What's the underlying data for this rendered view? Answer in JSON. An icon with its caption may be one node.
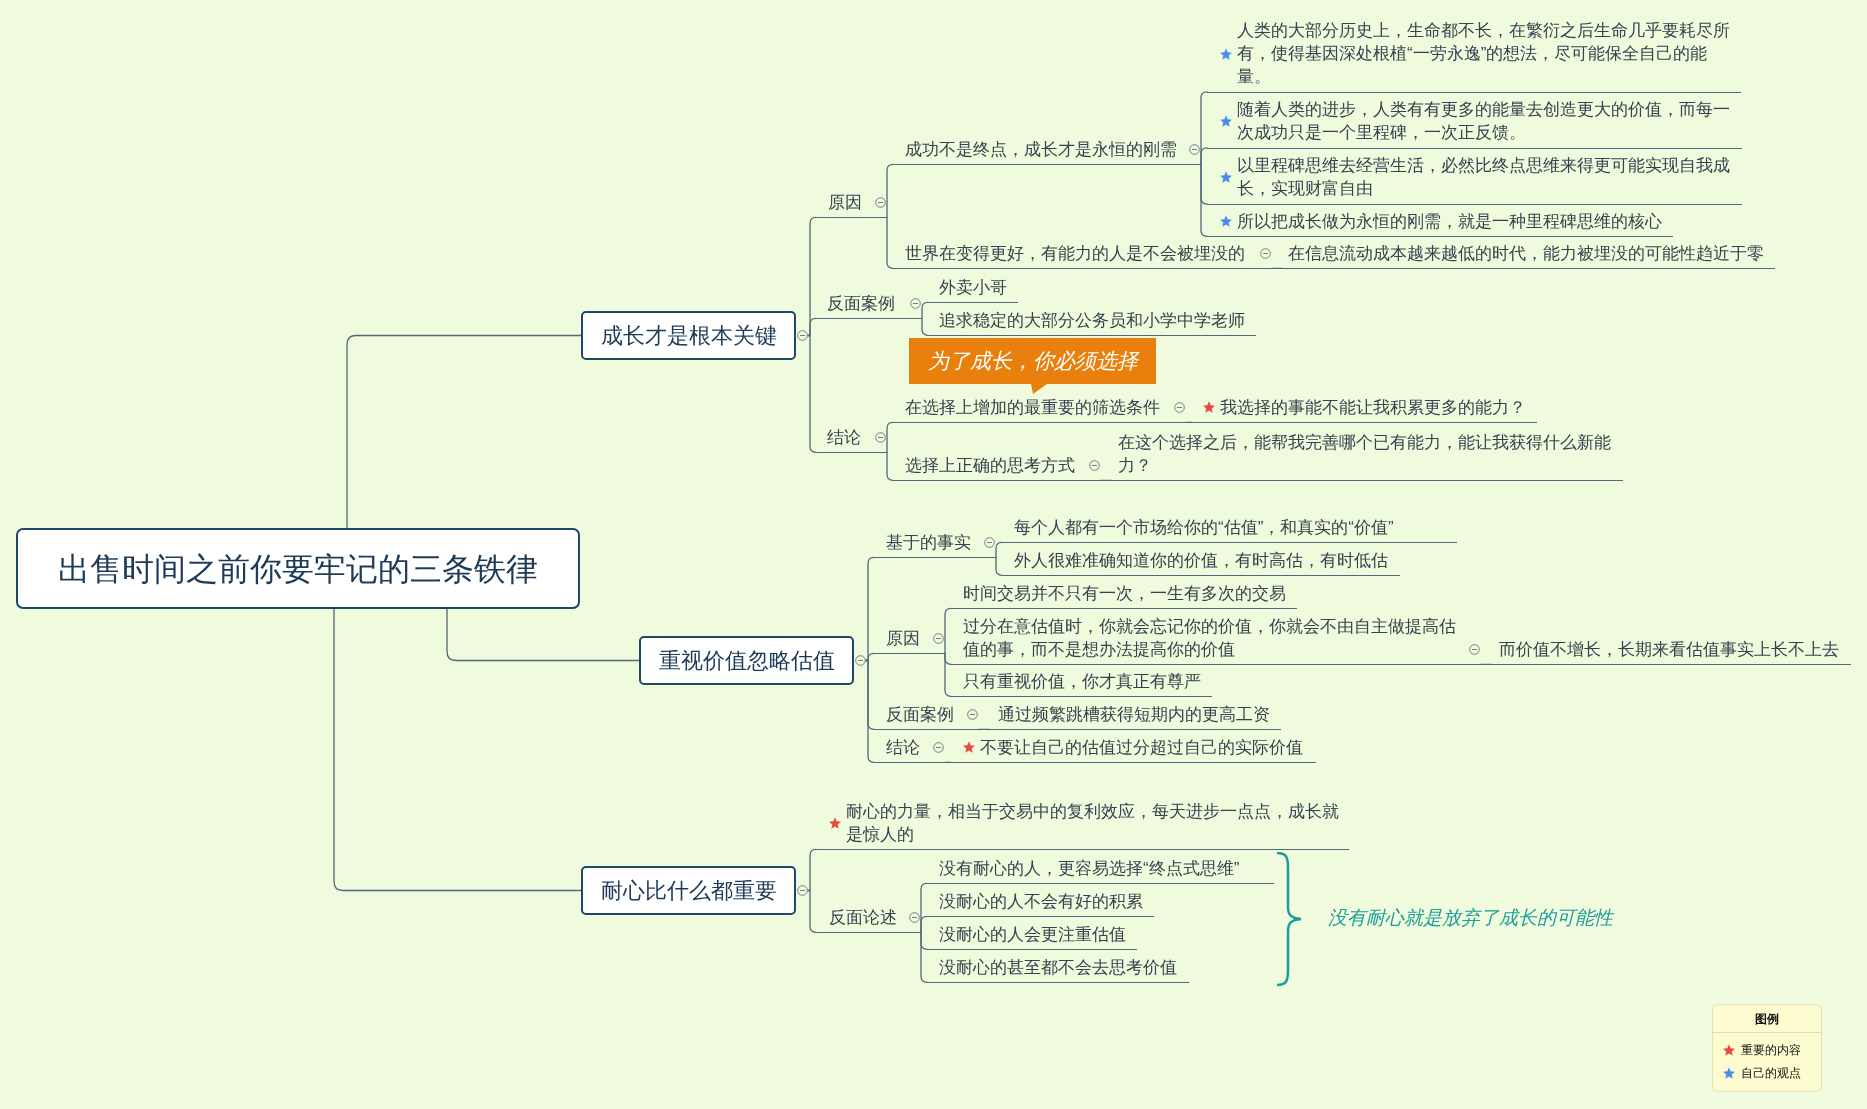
{
  "diagram": {
    "nodes": [
      {
        "text": [
          "出售时间之前你要牢记的三条铁律"
        ]
      },
      {
        "text": [
          "成长才是根本关键"
        ]
      },
      {
        "text": [
          "原因"
        ]
      },
      {
        "text": [
          "成功不是终点，成长才是永恒的刚需"
        ]
      },
      {
        "text": [
          "人类的大部分历史上，生命都不长，在繁衍之后生命几乎要耗尽所有，使得基因深处根植“一劳永逸”的想法，尽可能保全自己的能量。"
        ]
      },
      {
        "text": [
          "随着人类的进步，人类有有更多的能量去创造更大的价值，而每一次成功只是一个里程碑，一次正反馈。"
        ]
      },
      {
        "text": [
          "以里程碑思维去经营生活，必然比终点思维来得更可能实现自我成长，实现财富自由"
        ]
      },
      {
        "text": [
          "所以把成长做为永恒的刚需，就是一种里程碑思维的核心"
        ]
      },
      {
        "text": [
          "世界在变得更好，有能力的人是不会被埋没的"
        ]
      },
      {
        "text": [
          "在信息流动成本越来越低的时代，能力被埋没的可能性趋近于零"
        ]
      },
      {
        "text": [
          "反面案例"
        ]
      },
      {
        "text": [
          "外卖小哥"
        ]
      },
      {
        "text": [
          "追求稳定的大部分公务员和小学中学老师"
        ]
      },
      {
        "text": [
          "为了成长，你必须选择"
        ]
      },
      {
        "text": [
          "结论"
        ]
      },
      {
        "text": [
          "在选择上增加的最重要的筛选条件"
        ]
      },
      {
        "text": [
          "我选择的事能不能让我积累更多的能力？"
        ]
      },
      {
        "text": [
          "选择上正确的思考方式"
        ]
      },
      {
        "text": [
          "在这个选择之后，能帮我完善哪个已有能力，能让我获得什么新能力？"
        ]
      },
      {
        "text": [
          "重视价值忽略估值"
        ]
      },
      {
        "text": [
          "基于的事实"
        ]
      },
      {
        "text": [
          "每个人都有一个市场给你的“估值”，和真实的“价值”"
        ]
      },
      {
        "text": [
          "外人很难准确知道你的价值，有时高估，有时低估"
        ]
      },
      {
        "text": [
          "原因"
        ]
      },
      {
        "text": [
          "时间交易并不只有一次，一生有多次的交易"
        ]
      },
      {
        "text": [
          "过分在意估值时，你就会忘记你的价值，你就会不由自主做提高估值的事，而不是想办法提高你的价值"
        ]
      },
      {
        "text": [
          "而价值不增长，长期来看估值事实上长不上去"
        ]
      },
      {
        "text": [
          "只有重视价值，你才真正有尊严"
        ]
      },
      {
        "text": [
          "反面案例"
        ]
      },
      {
        "text": [
          "通过频繁跳槽获得短期内的更高工资"
        ]
      },
      {
        "text": [
          "结论"
        ]
      },
      {
        "text": [
          "不要让自己的估值过分超过自己的实际价值"
        ]
      },
      {
        "text": [
          "耐心比什么都重要"
        ]
      },
      {
        "text": [
          "耐心的力量，相当于交易中的复利效应，每天进步一点点，成长就是惊人的"
        ]
      },
      {
        "text": [
          "反面论述"
        ]
      },
      {
        "text": [
          "没有耐心的人，更容易选择“终点式思维”"
        ]
      },
      {
        "text": [
          "没耐心的人不会有好的积累"
        ]
      },
      {
        "text": [
          "没耐心的人会更注重估值"
        ]
      },
      {
        "text": [
          "没耐心的甚至都不会去思考价值"
        ]
      }
    ],
    "edges": [
      {
        "from": 0,
        "to": 1,
        "arrow": "none"
      },
      {
        "from": 1,
        "to": 2,
        "arrow": "none"
      },
      {
        "from": 2,
        "to": 3,
        "arrow": "none"
      },
      {
        "from": 3,
        "to": 4,
        "arrow": "none"
      },
      {
        "from": 3,
        "to": 5,
        "arrow": "none"
      },
      {
        "from": 3,
        "to": 6,
        "arrow": "none"
      },
      {
        "from": 3,
        "to": 7,
        "arrow": "none"
      },
      {
        "from": 2,
        "to": 8,
        "arrow": "none"
      },
      {
        "from": 8,
        "to": 9,
        "arrow": "none"
      },
      {
        "from": 1,
        "to": 10,
        "arrow": "none"
      },
      {
        "from": 10,
        "to": 11,
        "arrow": "none"
      },
      {
        "from": 10,
        "to": 12,
        "arrow": "none"
      },
      {
        "from": 1,
        "to": 14,
        "arrow": "none"
      },
      {
        "from": 14,
        "to": 15,
        "arrow": "none"
      },
      {
        "from": 15,
        "to": 16,
        "arrow": "none"
      },
      {
        "from": 14,
        "to": 17,
        "arrow": "none"
      },
      {
        "from": 17,
        "to": 18,
        "arrow": "none"
      },
      {
        "from": 0,
        "to": 19,
        "arrow": "none"
      },
      {
        "from": 19,
        "to": 20,
        "arrow": "none"
      },
      {
        "from": 20,
        "to": 21,
        "arrow": "none"
      },
      {
        "from": 20,
        "to": 22,
        "arrow": "none"
      },
      {
        "from": 19,
        "to": 23,
        "arrow": "none"
      },
      {
        "from": 23,
        "to": 24,
        "arrow": "none"
      },
      {
        "from": 23,
        "to": 25,
        "arrow": "none"
      },
      {
        "from": 25,
        "to": 26,
        "arrow": "none"
      },
      {
        "from": 23,
        "to": 27,
        "arrow": "none"
      },
      {
        "from": 19,
        "to": 28,
        "arrow": "none"
      },
      {
        "from": 28,
        "to": 29,
        "arrow": "none"
      },
      {
        "from": 19,
        "to": 30,
        "arrow": "none"
      },
      {
        "from": 30,
        "to": 31,
        "arrow": "none"
      },
      {
        "from": 0,
        "to": 32,
        "arrow": "none"
      },
      {
        "from": 32,
        "to": 33,
        "arrow": "none"
      },
      {
        "from": 32,
        "to": 34,
        "arrow": "none"
      },
      {
        "from": 34,
        "to": 35,
        "arrow": "none"
      },
      {
        "from": 34,
        "to": 36,
        "arrow": "none"
      },
      {
        "from": 34,
        "to": 37,
        "arrow": "none"
      },
      {
        "from": 34,
        "to": 38,
        "arrow": "none"
      }
    ],
    "labels": [
      "没有耐心就是放弃了成长的可能性",
      "图例"
    ],
    "legend": [
      {
        "text": "重要的内容",
        "color": "#e84b3d"
      },
      {
        "text": "自己的观点",
        "color": "#4a8cec"
      }
    ]
  }
}
